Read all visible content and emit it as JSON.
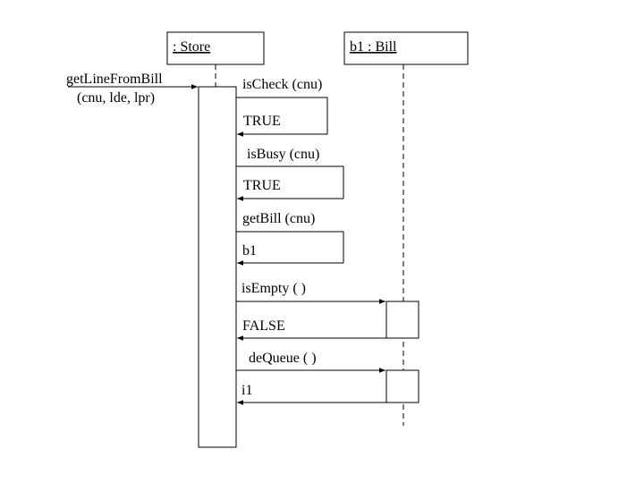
{
  "objects": {
    "store": {
      "name": ": Store"
    },
    "bill": {
      "name": "b1 : Bill"
    }
  },
  "incoming": {
    "line1": "getLineFromBill",
    "line2": "(cnu, lde, lpr)"
  },
  "messages": {
    "m1": {
      "call": "isCheck (cnu)",
      "ret": "TRUE"
    },
    "m2": {
      "call": "isBusy (cnu)",
      "ret": "TRUE"
    },
    "m3": {
      "call": "getBill (cnu)",
      "ret": "b1"
    },
    "m4": {
      "call": "isEmpty ( )",
      "ret": "FALSE"
    },
    "m5": {
      "call": "deQueue ( )",
      "ret": "i1"
    }
  }
}
